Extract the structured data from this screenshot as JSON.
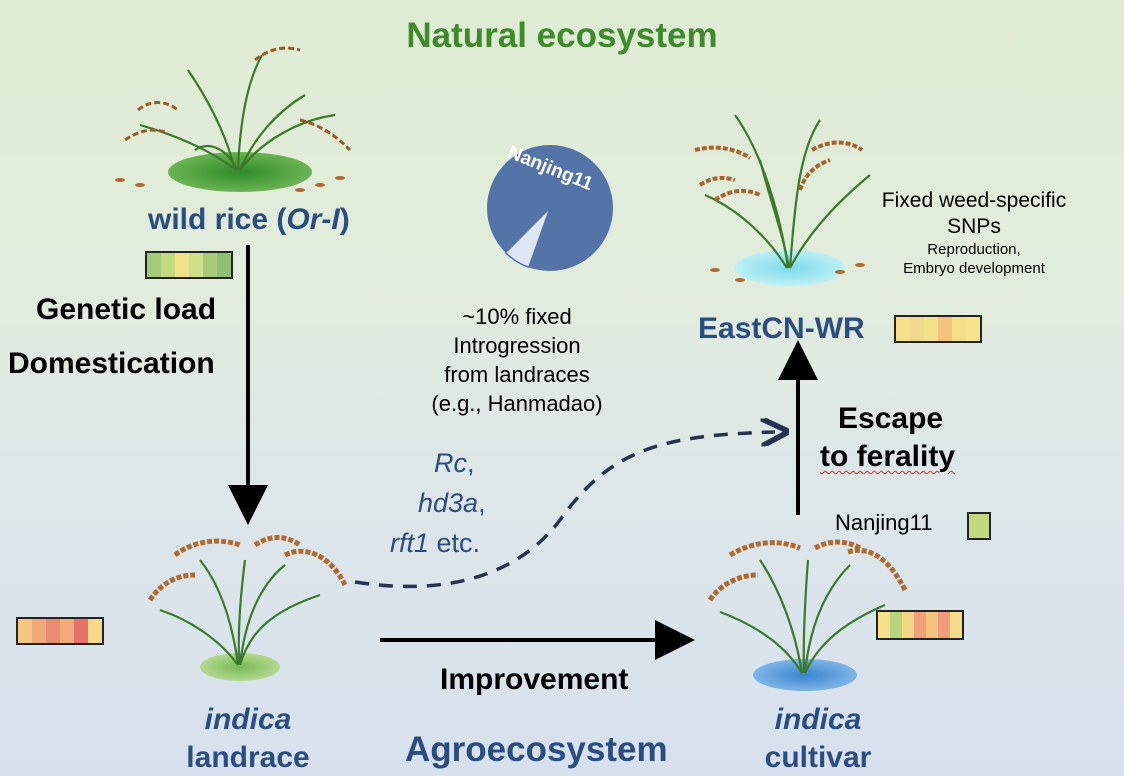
{
  "titles": {
    "natural": "Natural ecosystem",
    "agro": "Agroecosystem"
  },
  "nodes": {
    "wild_rice_prefix": "wild rice (",
    "wild_rice_italic": "Or-I",
    "wild_rice_suffix": ")",
    "landrace_line1": "indica",
    "landrace_line2": "landrace",
    "cultivar_line1": "indica",
    "cultivar_line2": "cultivar",
    "weedy_rice": "EastCN-WR"
  },
  "arrows": {
    "genetic_load": "Genetic load",
    "domestication": "Domestication",
    "improvement": "Improvement",
    "escape_line1": "Escape",
    "escape_line2": "to ferality"
  },
  "introgression": {
    "line1": "~10% fixed",
    "line2": "Introgression",
    "line3": "from landraces",
    "line4": "(e.g., Hanmadao)",
    "gene1": "Rc",
    "gene1_suffix": ",",
    "gene2": "hd3a",
    "gene2_suffix": ",",
    "gene3": "rft1",
    "gene3_suffix": " etc."
  },
  "weed_snps": {
    "line1": "Fixed weed-specific",
    "line2": "SNPs",
    "line3": "Reproduction,",
    "line4": "Embryo development"
  },
  "pie": {
    "label": "Nanjing11",
    "fraction": 0.07,
    "main_color": "#5474a8",
    "slice_color": "#dfe6f3"
  },
  "nanjing_label": "Nanjing11",
  "strips": {
    "wild": [
      "#a7c97a",
      "#c3d980",
      "#efe08a",
      "#cfe08a",
      "#a8c97a",
      "#8fbf72"
    ],
    "landrace": [
      "#f3c77f",
      "#f0a878",
      "#e88d72",
      "#f2a97c",
      "#e8716a",
      "#f7d98a"
    ],
    "weedy": [
      "#f6df8c",
      "#eeda8a",
      "#f4e18c",
      "#f3c57c",
      "#f3df86",
      "#f7e38c"
    ],
    "cultivar": [
      "#f6df8c",
      "#b9d47e",
      "#f4d685",
      "#f0a07a",
      "#f4c27e",
      "#f09c78",
      "#f4da8a"
    ],
    "nanjing": [
      "#c3d980"
    ]
  },
  "colors": {
    "green_title": "#3f8a2b",
    "blue_text": "#2c4d80",
    "dashed_arrow": "#25344f"
  }
}
